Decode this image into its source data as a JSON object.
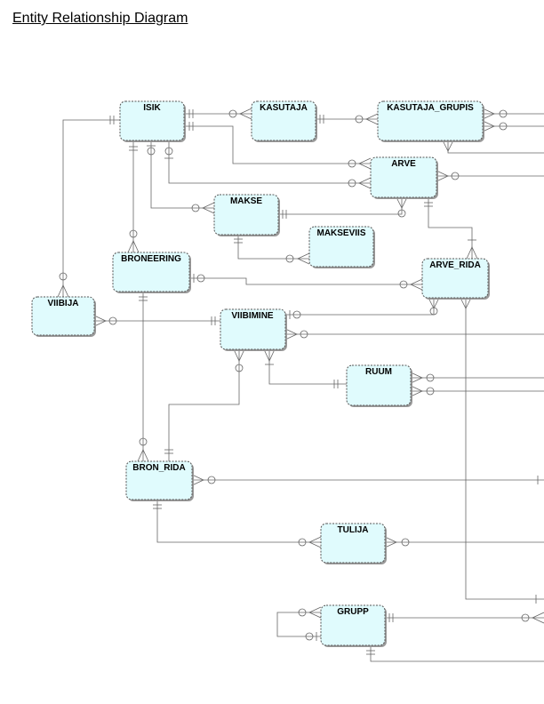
{
  "title": "Entity Relationship Diagram",
  "entities": [
    {
      "id": "isik",
      "label": "ISIK"
    },
    {
      "id": "kasutaja",
      "label": "KASUTAJA"
    },
    {
      "id": "kasutaja_grupis",
      "label": "KASUTAJA_GRUPIS"
    },
    {
      "id": "arve",
      "label": "ARVE"
    },
    {
      "id": "makse",
      "label": "MAKSE"
    },
    {
      "id": "makseviis",
      "label": "MAKSEVIIS"
    },
    {
      "id": "broneering",
      "label": "BRONEERING"
    },
    {
      "id": "arve_rida",
      "label": "ARVE_RIDA"
    },
    {
      "id": "viibija",
      "label": "VIIBIJA"
    },
    {
      "id": "viibimine",
      "label": "VIIBIMINE"
    },
    {
      "id": "ruum",
      "label": "RUUM"
    },
    {
      "id": "bron_rida",
      "label": "BRON_RIDA"
    },
    {
      "id": "tulija",
      "label": "TULIJA"
    },
    {
      "id": "grupp",
      "label": "GRUPP"
    }
  ]
}
